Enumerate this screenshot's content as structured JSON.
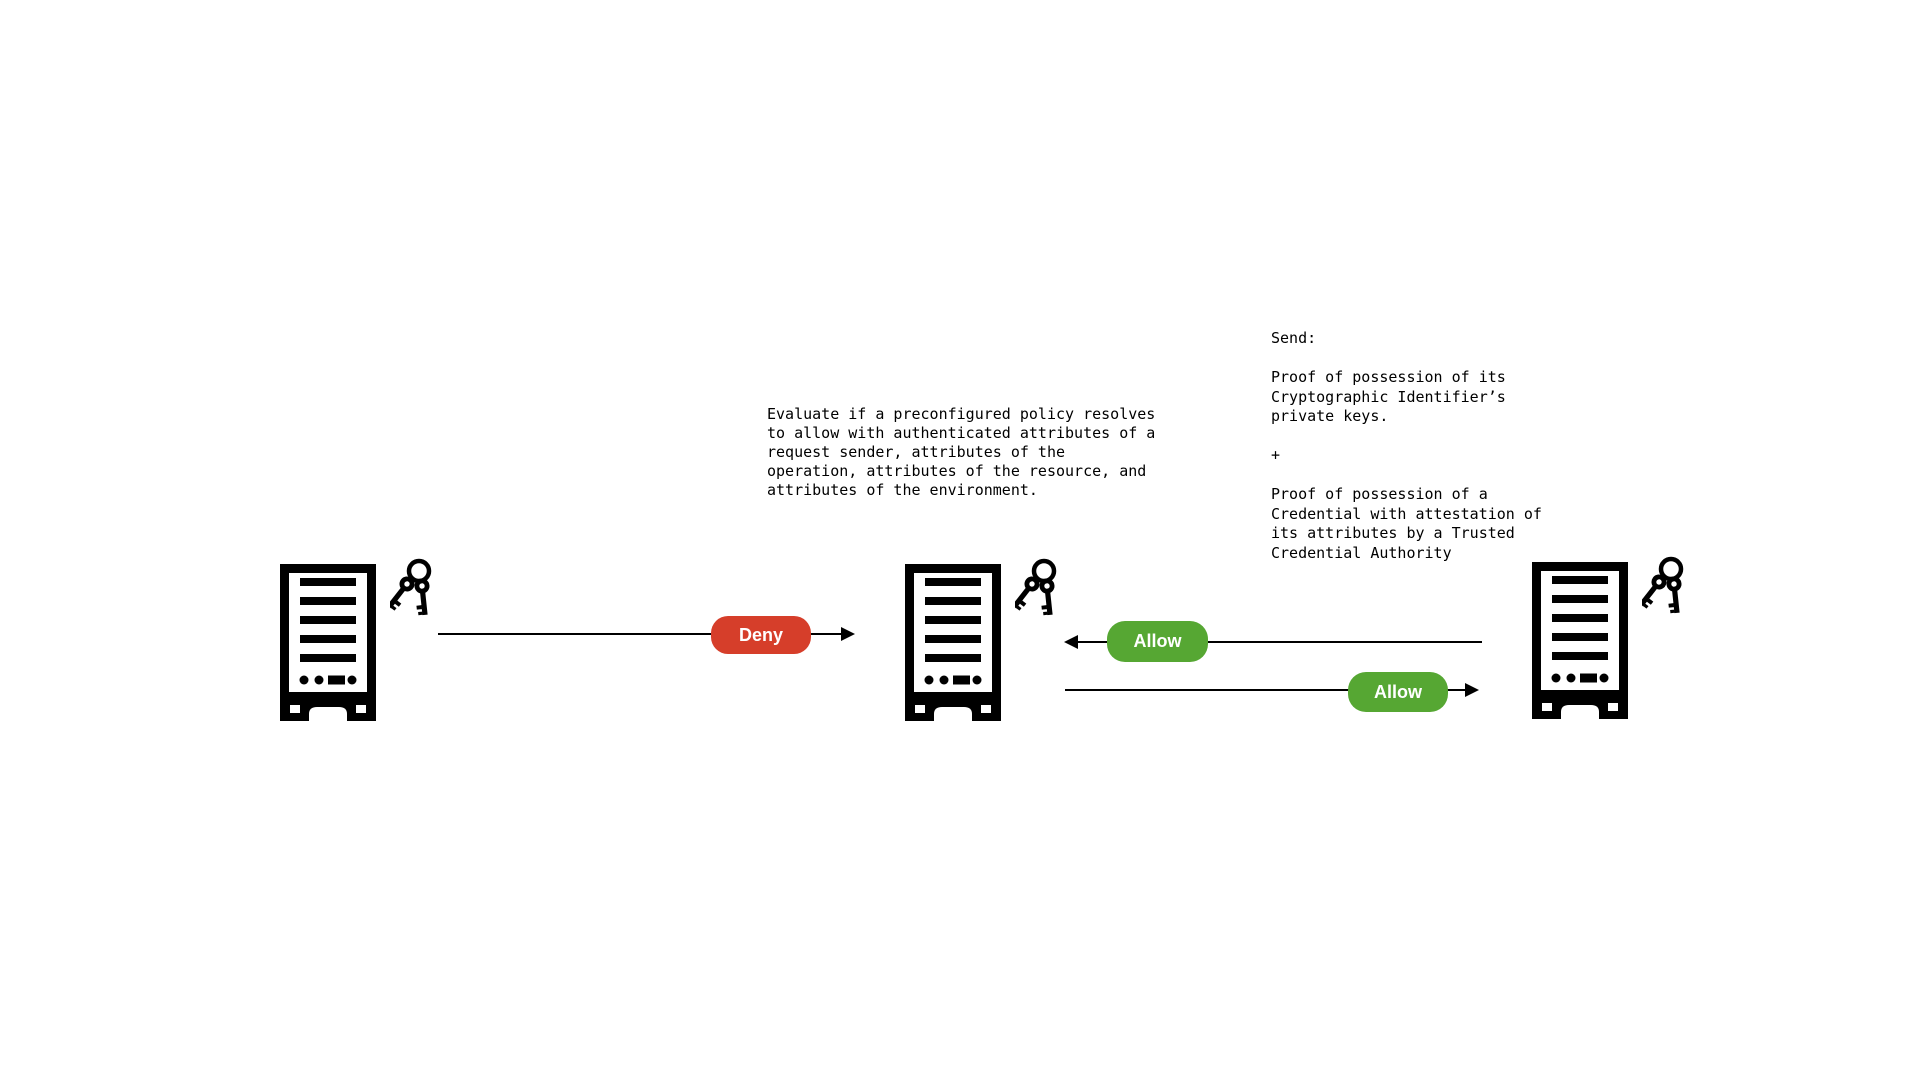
{
  "colors": {
    "deny": "#d63e2a",
    "allow": "#56a733",
    "line": "#000000",
    "background": "#ffffff"
  },
  "badges": {
    "deny_label": "Deny",
    "allow_return_label": "Allow",
    "allow_forward_label": "Allow"
  },
  "annotations": {
    "policy_evaluation": "Evaluate if a preconfigured policy resolves\nto allow with authenticated attributes of a\nrequest sender, attributes of the\noperation, attributes of the resource, and\nattributes of the environment.",
    "send_note": "Send:\n\nProof of possession of its\nCryptographic Identifier’s\nprivate keys.\n\n+\n\nProof of possession of a\nCredential with attestation of\nits attributes by a Trusted\nCredential Authority"
  },
  "nodes": [
    {
      "id": "left-server",
      "icons": [
        "server-tower-icon",
        "key-ring-icon"
      ]
    },
    {
      "id": "middle-server",
      "icons": [
        "server-tower-icon",
        "key-ring-icon"
      ]
    },
    {
      "id": "right-server",
      "icons": [
        "server-tower-icon",
        "key-ring-icon"
      ]
    }
  ],
  "arrows": [
    {
      "id": "deny-arrow",
      "from": "left-server",
      "to": "middle-server",
      "direction": "right",
      "label": "Deny"
    },
    {
      "id": "allow-return-arrow",
      "from": "right-server",
      "to": "middle-server",
      "direction": "left",
      "label": "Allow"
    },
    {
      "id": "allow-forward-arrow",
      "from": "middle-server",
      "to": "right-server",
      "direction": "right",
      "label": "Allow"
    }
  ]
}
